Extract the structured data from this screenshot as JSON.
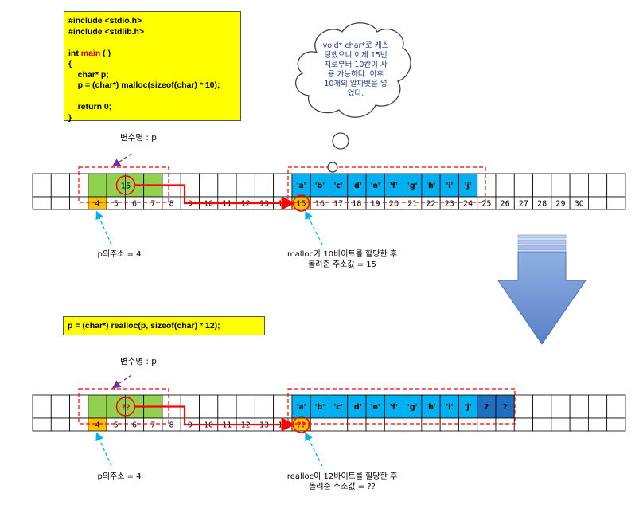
{
  "code_top": {
    "lines": [
      {
        "pre": "#include <stdio.h>",
        "kw": "",
        "post": ""
      },
      {
        "pre": "#include <stdlib.h>",
        "kw": "",
        "post": ""
      },
      {
        "pre": "",
        "kw": "",
        "post": ""
      },
      {
        "pre": "int ",
        "kw": "main",
        "post": " ( )"
      },
      {
        "pre": "{",
        "kw": "",
        "post": ""
      },
      {
        "pre": "    char* p;",
        "kw": "",
        "post": ""
      },
      {
        "pre": "    p = (char*) malloc(sizeof(char) * 10);",
        "kw": "",
        "post": ""
      },
      {
        "pre": "",
        "kw": "",
        "post": ""
      },
      {
        "pre": "    return 0;",
        "kw": "",
        "post": ""
      },
      {
        "pre": "}",
        "kw": "",
        "post": ""
      }
    ]
  },
  "code_bottom": {
    "text": "p = (char*) realloc(p, sizeof(char) * 12);"
  },
  "cloud": {
    "lines": [
      "void* char*로 캐스",
      "팅했으니 이제 15번",
      "지로부터 10칸이 사",
      "용 가능하다. 이후",
      "10개의 알파벳을 넣",
      "었다."
    ]
  },
  "top": {
    "varname": "변수명 : p",
    "p_value": "15",
    "address_numbers": [
      "4",
      "5",
      "6",
      "7",
      "8",
      "9",
      "10",
      "11",
      "12",
      "13",
      "14",
      "15",
      "16",
      "17",
      "18",
      "19",
      "20",
      "21",
      "22",
      "23",
      "24",
      "25",
      "26",
      "27",
      "28",
      "29",
      "30"
    ],
    "chars": [
      "'a'",
      "'b'",
      "'c'",
      "'d'",
      "'e'",
      "'f'",
      "'g'",
      "'h'",
      "'i'",
      "'j'"
    ],
    "p_address_caption": "p의주소 = 4",
    "malloc_caption": [
      "malloc가 10바이트를 할당한 후",
      "돌려준 주소값 = 15"
    ]
  },
  "bottom": {
    "varname": "변수명 : p",
    "p_value": "??",
    "address_numbers": [
      "4",
      "5",
      "6",
      "7",
      "8",
      "9",
      "10",
      "11",
      "12",
      "13",
      "14"
    ],
    "dest_address": "??",
    "chars": [
      "'a'",
      "'b'",
      "'c'",
      "'d'",
      "'e'",
      "'f'",
      "'g'",
      "'h'",
      "'i'",
      "'j'",
      "?",
      "?"
    ],
    "p_address_caption": "p의주소 = 4",
    "realloc_caption": [
      "realloc이 12바이트를 할당한 후",
      "돌려준 주소값 = ??"
    ]
  },
  "colors": {
    "code_bg": "#ffff00",
    "var_cell": "#92d050",
    "addr_highlight": "#ffc000",
    "char_cell": "#00b0f0",
    "new_cell": "#1f6fbf",
    "pointer_red": "#ff0000",
    "arrow_purple": "#7030a0",
    "arrow_cyan": "#00b0f0",
    "big_arrow": "#7f9fd6"
  }
}
